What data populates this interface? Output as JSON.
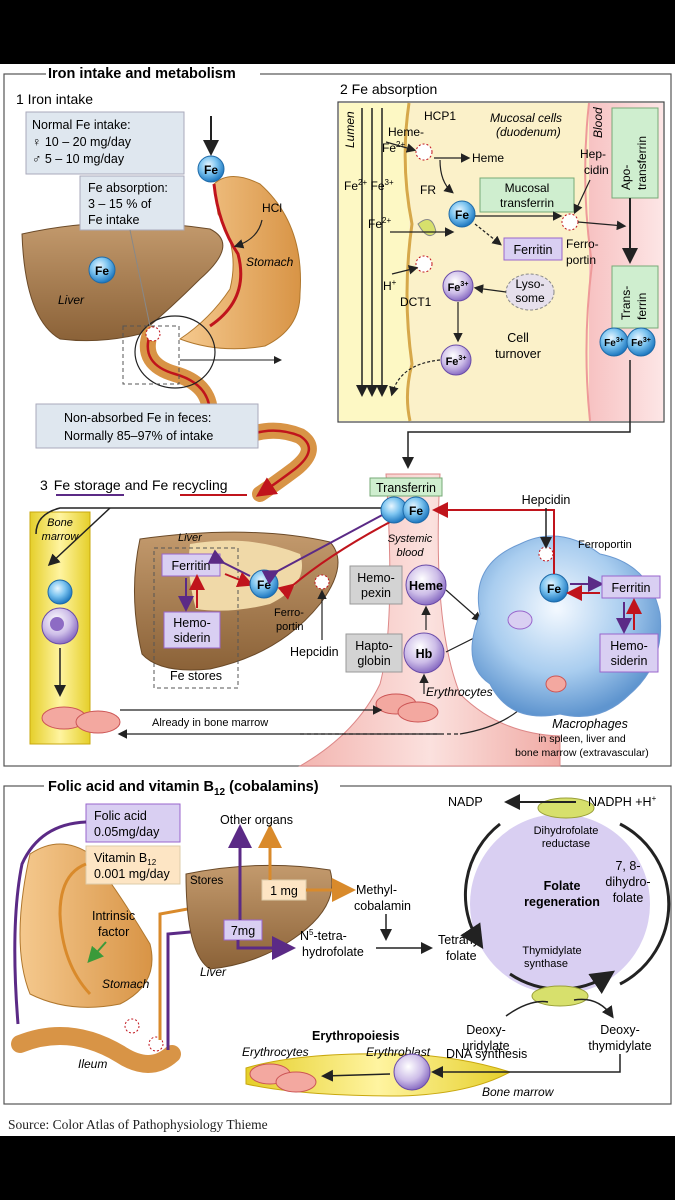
{
  "iron": {
    "title": "Iron intake and metabolism",
    "s1": {
      "title": "1  Iron intake",
      "normal_title": "Normal Fe intake:",
      "female": "♀  10 – 20 mg/day",
      "male": "♂   5 – 10 mg/day",
      "absorption": [
        "Fe absorption:",
        "3 – 15 % of",
        "Fe intake"
      ],
      "fe": "Fe",
      "hcl": "HCl",
      "stomach": "Stomach",
      "liver": "Liver",
      "feces": [
        "Non-absorbed Fe in feces:",
        "Normally 85–97% of intake"
      ]
    },
    "s2": {
      "title": "2  Fe absorption",
      "lumen": "Lumen",
      "mucosal_cells": [
        "Mucosal cells",
        "(duodenum)"
      ],
      "blood": "Blood",
      "hcp1": "HCP1",
      "heme_fe": [
        "Heme-",
        "Fe"
      ],
      "heme": "Heme",
      "fe2_fe3": [
        "Fe",
        "Fe"
      ],
      "fr": "FR",
      "fe2": "Fe",
      "mucosal_transferrin": [
        "Mucosal",
        "transferrin"
      ],
      "fe": "Fe",
      "ferritin": "Ferritin",
      "h": "H",
      "dct1": "DCT1",
      "lysosome": [
        "Lyso-",
        "some"
      ],
      "fe3": "Fe",
      "cell_turnover": [
        "Cell",
        "turnover"
      ],
      "hepcidin": [
        "Hep-",
        "cidin"
      ],
      "ferroportin": [
        "Ferro-",
        "portin"
      ],
      "apotransferrin": [
        "Apo-",
        "transferrin"
      ],
      "transferrin": [
        "Trans-",
        "ferrin"
      ],
      "fe3_pair": [
        "Fe",
        "Fe"
      ]
    },
    "s3": {
      "title_prefix": "3",
      "title_storage": "Fe storage",
      "title_and": "and Fe",
      "title_recycling": "recycling",
      "bone_marrow": [
        "Bone",
        "marrow"
      ],
      "liver": "Liver",
      "ferritin": "Ferritin",
      "hemosiderin": [
        "Hemo-",
        "siderin"
      ],
      "fe_stores": "Fe stores",
      "fe": "Fe",
      "ferroportin_liver": [
        "Ferro-",
        "portin"
      ],
      "hepcidin_liver": "Hepcidin",
      "transferrin": "Transferrin",
      "systemic_blood": [
        "Systemic",
        "blood"
      ],
      "hemopexin": [
        "Hemo-",
        "pexin"
      ],
      "heme": "Heme",
      "haptoglobin": [
        "Hapto-",
        "globin"
      ],
      "hb": "Hb",
      "erythrocytes": "Erythrocytes",
      "already": "Already in bone marrow",
      "hepcidin_mac": "Hepcidin",
      "ferroportin_mac": "Ferroportin",
      "ferritin_mac": "Ferritin",
      "hemosiderin_mac": [
        "Hemo-",
        "siderin"
      ],
      "macrophages": "Macrophages",
      "macrophages_sub": [
        "in spleen, liver and",
        "bone marrow (extravascular)"
      ]
    }
  },
  "folic": {
    "title": "Folic acid and vitamin B",
    "title_sub": "12",
    "title_end": " (cobalamins)",
    "folic_acid": [
      "Folic acid",
      "0.05mg/day"
    ],
    "vitb12": [
      "Vitamin B",
      "0.001 mg/day"
    ],
    "vitb12_sub": "12",
    "intrinsic_factor": [
      "Intrinsic",
      "factor"
    ],
    "stomach": "Stomach",
    "ileum": "Ileum",
    "other_organs": "Other organs",
    "stores": "Stores",
    "one_mg": "1 mg",
    "seven_mg": "7mg",
    "liver": "Liver",
    "methyl": [
      "Methyl-",
      "cobalamin"
    ],
    "n5": [
      "N",
      "-tetra-",
      "hydrofolate"
    ],
    "tetrahydrofolate": [
      "Tetrahydro-",
      "folate"
    ],
    "nadp": "NADP",
    "nadph": "NADPH +H",
    "dhfr": [
      "Dihydrofolate",
      "reductase"
    ],
    "dihydrofolate": [
      "7, 8-",
      "dihydro-",
      "folate"
    ],
    "folate_regen": [
      "Folate",
      "regeneration"
    ],
    "thymidylate_synthase": [
      "Thymidylate",
      "synthase"
    ],
    "deoxyuridylate": [
      "Deoxy-",
      "uridylate"
    ],
    "deoxythymidylate": [
      "Deoxy-",
      "thymidylate"
    ],
    "erythropoiesis": "Erythropoiesis",
    "erythrocytes": "Erythrocytes",
    "erythroblast": "Erythroblast",
    "dna_synthesis": "DNA synthesis",
    "bone_marrow": "Bone marrow"
  },
  "source": "Source: Color Atlas of Pathophysiology Thieme",
  "colors": {
    "iron_purple": "#5b2a86",
    "iron_red": "#c0141c",
    "fe_blue": "#2f8fd0",
    "orange": "#d98a2b",
    "cell_purple": "#c9b8e8"
  }
}
